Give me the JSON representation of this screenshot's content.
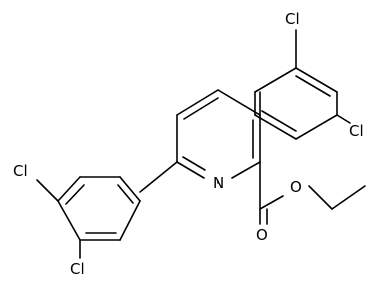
{
  "structure": {
    "atom_labels": {
      "cl_top": "Cl",
      "cl_right": "Cl",
      "cl_left": "Cl",
      "cl_bottom": "Cl",
      "n_ring": "N",
      "o_ester": "O",
      "o_carbonyl": "O"
    }
  }
}
